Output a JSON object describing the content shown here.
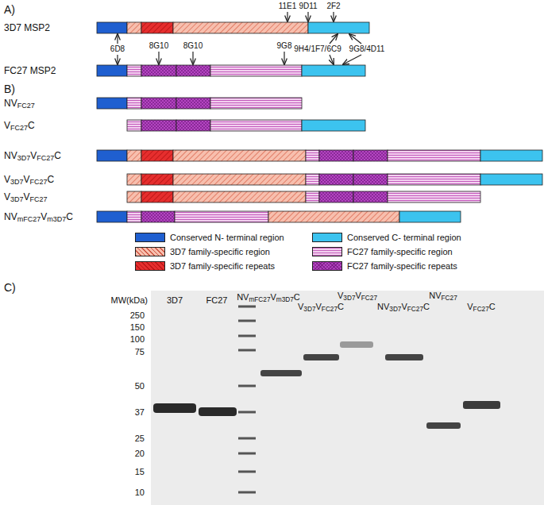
{
  "diagram": {
    "labels": [
      "A)",
      "11E1",
      "9D11",
      "2F2",
      "3D7 MSP2",
      "6D8",
      "8G10",
      "8G10",
      "9G8",
      "9H4/1F7/6C9",
      "9G8/4D11",
      "FC27 MSP2",
      "B)",
      "NVFC27",
      "VFC27C",
      "NV3D7VFC27C",
      "V3D7VFC27C",
      "V3D7VFC27",
      "NVmFC27Vm3D7C",
      "C)",
      "MW(kDa)",
      "3D7",
      "FC27",
      "NVmFC27Vm3D7C",
      "V3D7VFC27C",
      "V3D7VFC27",
      "NV3D7VFC27C",
      "NVFC27",
      "VFC27C",
      "250",
      "150",
      "100",
      "75",
      "50",
      "37",
      "25",
      "20",
      "15",
      "10"
    ],
    "legend": [
      {
        "text": "Conserved N- terminal region",
        "color": "#1f5fd0"
      },
      {
        "text": "Conserved C- terminal region",
        "color": "#3cc3ef"
      },
      {
        "text": "3D7 family-specific region",
        "color": "#f7bfae"
      },
      {
        "text": "FC27 family-specific region",
        "color": "#f2d0ef"
      },
      {
        "text": "3D7 family-specific repeats",
        "color": "#e62e2e"
      },
      {
        "text": "FC27 family-specific repeats",
        "color": "#b545c2"
      }
    ]
  }
}
